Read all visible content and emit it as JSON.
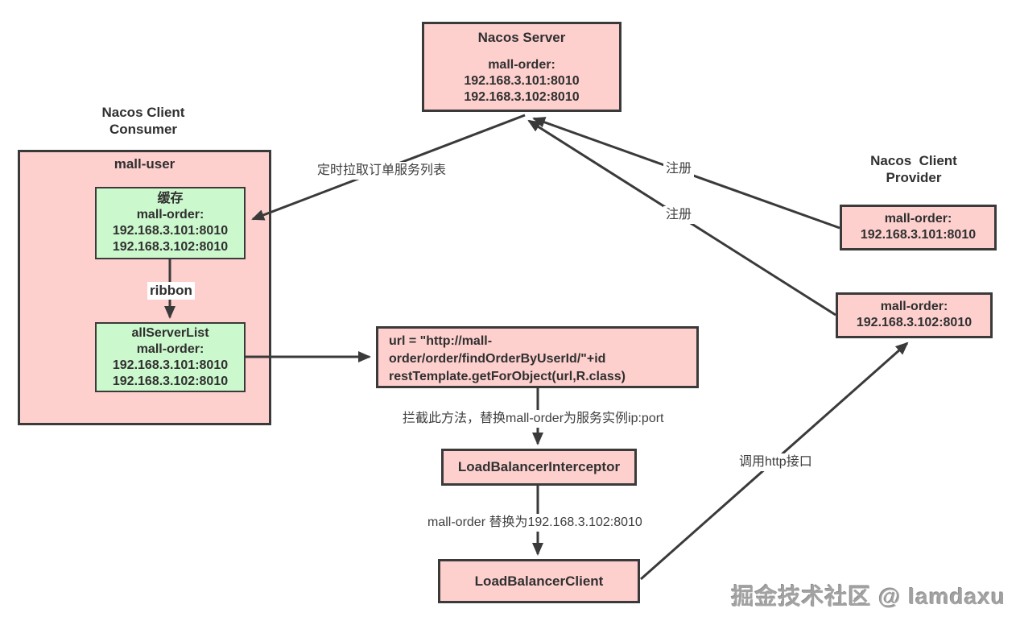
{
  "diagram": {
    "server": {
      "title": "Nacos Server",
      "lines": [
        "mall-order:",
        "192.168.3.101:8010",
        "192.168.3.102:8010"
      ]
    },
    "consumer": {
      "title": "Nacos Client\nConsumer",
      "container_label": "mall-user",
      "cache_box": {
        "lines": [
          "缓存",
          "mall-order:",
          "192.168.3.101:8010",
          "192.168.3.102:8010"
        ]
      },
      "ribbon_label": "ribbon",
      "server_list_box": {
        "lines": [
          "allServerList",
          "mall-order:",
          "192.168.3.101:8010",
          "192.168.3.102:8010"
        ]
      }
    },
    "provider": {
      "title": "Nacos  Client\nProvider",
      "instance1": {
        "lines": [
          "mall-order:",
          "192.168.3.101:8010"
        ]
      },
      "instance2": {
        "lines": [
          "mall-order:",
          "192.168.3.102:8010"
        ]
      }
    },
    "code_box": {
      "lines": [
        "url = \"http://mall-",
        "order/order/findOrderByUserId/\"+id",
        "restTemplate.getForObject(url,R.class)"
      ]
    },
    "interceptor_label": "LoadBalancerInterceptor",
    "client_label": "LoadBalancerClient",
    "edge_labels": {
      "pull": "定时拉取订单服务列表",
      "register1": "注册",
      "register2": "注册",
      "intercept": "拦截此方法，替换mall-order为服务实例ip:port",
      "replace": "mall-order 替换为192.168.3.102:8010",
      "http_call": "调用http接口"
    },
    "watermark": "掘金技术社区 @ lamdaxu",
    "colors": {
      "box_pink": "#fdd0ce",
      "box_green": "#ccf8cd",
      "border": "#3a3a3a",
      "label_text": "#3f3f3f",
      "watermark": "#a2a2a2"
    }
  }
}
